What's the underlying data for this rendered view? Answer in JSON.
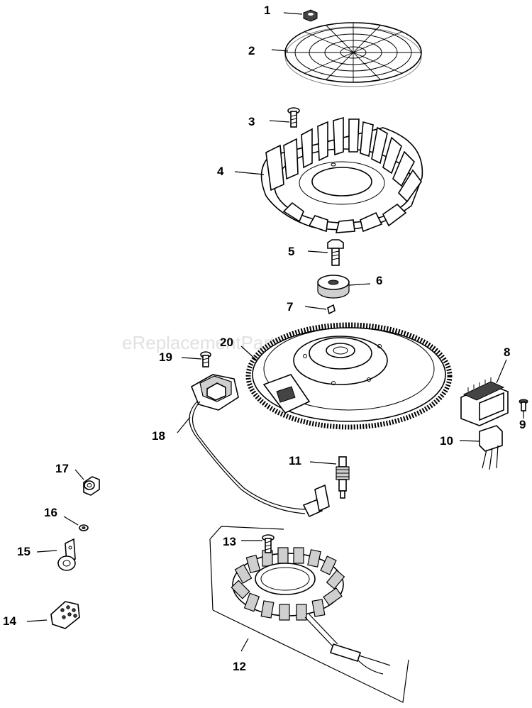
{
  "watermark": "eReplacementParts.com",
  "callouts": [
    {
      "id": "1",
      "label": "1"
    },
    {
      "id": "2",
      "label": "2"
    },
    {
      "id": "3",
      "label": "3"
    },
    {
      "id": "4",
      "label": "4"
    },
    {
      "id": "5",
      "label": "5"
    },
    {
      "id": "6",
      "label": "6"
    },
    {
      "id": "7",
      "label": "7"
    },
    {
      "id": "8",
      "label": "8"
    },
    {
      "id": "9",
      "label": "9"
    },
    {
      "id": "10",
      "label": "10"
    },
    {
      "id": "11",
      "label": "11"
    },
    {
      "id": "12",
      "label": "12"
    },
    {
      "id": "13",
      "label": "13"
    },
    {
      "id": "14",
      "label": "14"
    },
    {
      "id": "15",
      "label": "15"
    },
    {
      "id": "16",
      "label": "16"
    },
    {
      "id": "17",
      "label": "17"
    },
    {
      "id": "18",
      "label": "18"
    },
    {
      "id": "19",
      "label": "19"
    },
    {
      "id": "20",
      "label": "20"
    }
  ]
}
